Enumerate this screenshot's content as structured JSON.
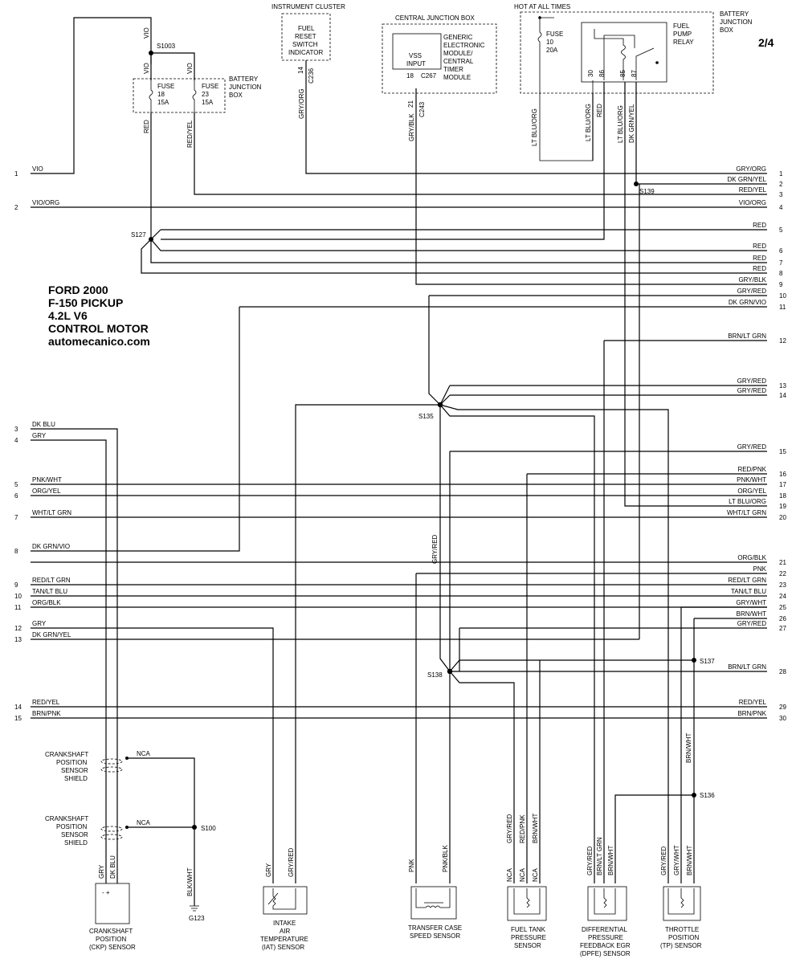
{
  "page_indicator": "2/4",
  "title": {
    "line1": "FORD 2000",
    "line2": "F-150 PICKUP",
    "line3": "4.2L V6",
    "line4": "CONTROL MOTOR",
    "line5": "automecanico.com"
  },
  "modules": {
    "instrument_cluster": "INSTRUMENT CLUSTER",
    "fuel_reset_switch": [
      "FUEL",
      "RESET",
      "SWITCH",
      "INDICATOR"
    ],
    "cjb": "CENTRAL JUNCTION BOX",
    "vss_input": [
      "VSS",
      "INPUT"
    ],
    "gem": [
      "GENERIC",
      "ELECTRONIC",
      "MODULE/",
      "CENTRAL",
      "TIMER",
      "MODULE"
    ],
    "hot_at_all_times": "HOT AT ALL TIMES",
    "bjb_right": [
      "BATTERY",
      "JUNCTION",
      "BOX"
    ],
    "bjb_left": [
      "BATTERY",
      "JUNCTION",
      "BOX"
    ],
    "fuse_18": [
      "FUSE",
      "18",
      "15A"
    ],
    "fuse_23": [
      "FUSE",
      "23",
      "15A"
    ],
    "fuse_10": [
      "FUSE",
      "10",
      "20A"
    ],
    "fuel_pump_relay": [
      "FUEL",
      "PUMP",
      "RELAY"
    ]
  },
  "connectors": {
    "c236": "C236",
    "pin14": "14",
    "c267": "C267",
    "pin18": "18",
    "c243": "C243",
    "pin21": "21",
    "relay_pins": [
      "30",
      "86",
      "85",
      "87"
    ]
  },
  "splices": {
    "s1003": "S1003",
    "s127": "S127",
    "s139": "S139",
    "s135": "S135",
    "s138": "S138",
    "s137": "S137",
    "s136": "S136",
    "s100": "S100",
    "g123": "G123"
  },
  "top_wires": {
    "vio1": "VIO",
    "vio2": "VIO",
    "vio3": "VIO",
    "red": "RED",
    "red_yel": "RED/YEL",
    "gry_org": "GRY/ORG",
    "gry_blk": "GRY/BLK",
    "lt_blu_org": "LT BLU/ORG",
    "lt_blu_org2": "LT BLU/ORG",
    "red_relay": "RED",
    "lt_blu_org_85": "LT BLU/ORG",
    "dk_grn_yel_87": "DK GRN/YEL"
  },
  "left_pins": [
    {
      "num": "1",
      "label": "VIO"
    },
    {
      "num": "2",
      "label": "VIO/ORG"
    },
    {
      "num": "3",
      "label": "DK BLU"
    },
    {
      "num": "4",
      "label": "GRY"
    },
    {
      "num": "5",
      "label": "PNK/WHT"
    },
    {
      "num": "6",
      "label": "ORG/YEL"
    },
    {
      "num": "7",
      "label": "WHT/LT GRN"
    },
    {
      "num": "8",
      "label": "DK GRN/VIO"
    },
    {
      "num": "9",
      "label": "RED/LT GRN"
    },
    {
      "num": "10",
      "label": "TAN/LT BLU"
    },
    {
      "num": "11",
      "label": "ORG/BLK"
    },
    {
      "num": "12",
      "label": "GRY"
    },
    {
      "num": "13",
      "label": "DK GRN/YEL"
    },
    {
      "num": "14",
      "label": "RED/YEL"
    },
    {
      "num": "15",
      "label": "BRN/PNK"
    }
  ],
  "right_pins": [
    {
      "num": "1",
      "label": "GRY/ORG"
    },
    {
      "num": "2",
      "label": "DK GRN/YEL"
    },
    {
      "num": "3",
      "label": "RED/YEL"
    },
    {
      "num": "4",
      "label": "VIO/ORG"
    },
    {
      "num": "5",
      "label": "RED"
    },
    {
      "num": "6",
      "label": "RED"
    },
    {
      "num": "7",
      "label": "RED"
    },
    {
      "num": "8",
      "label": "RED"
    },
    {
      "num": "9",
      "label": "GRY/BLK"
    },
    {
      "num": "10",
      "label": "GRY/RED"
    },
    {
      "num": "11",
      "label": "DK GRN/VIO"
    },
    {
      "num": "12",
      "label": "BRN/LT GRN"
    },
    {
      "num": "13",
      "label": "GRY/RED"
    },
    {
      "num": "14",
      "label": "GRY/RED"
    },
    {
      "num": "15",
      "label": "GRY/RED"
    },
    {
      "num": "16",
      "label": "RED/PNK"
    },
    {
      "num": "17",
      "label": "PNK/WHT"
    },
    {
      "num": "18",
      "label": "ORG/YEL"
    },
    {
      "num": "19",
      "label": "LT BLU/ORG"
    },
    {
      "num": "20",
      "label": "WHT/LT GRN"
    },
    {
      "num": "21",
      "label": "ORG/BLK"
    },
    {
      "num": "22",
      "label": "PNK"
    },
    {
      "num": "23",
      "label": "RED/LT GRN"
    },
    {
      "num": "24",
      "label": "TAN/LT BLU"
    },
    {
      "num": "25",
      "label": "GRY/WHT"
    },
    {
      "num": "26",
      "label": "BRN/WHT"
    },
    {
      "num": "27",
      "label": "GRY/RED"
    },
    {
      "num": "28",
      "label": "BRN/LT GRN"
    },
    {
      "num": "29",
      "label": "RED/YEL"
    },
    {
      "num": "30",
      "label": "BRN/PNK"
    }
  ],
  "vertical_labels": {
    "gry_red_mid": "GRY/RED",
    "brn_wht": "BRN/WHT",
    "ckp_gry": "GRY",
    "ckp_dkblu": "DK BLU",
    "blk_wht": "BLK/WHT",
    "iat_gry": "GRY",
    "iat_gryred": "GRY/RED",
    "tcs_pnk": "PNK",
    "tcs_pnkblk": "PNK/BLK",
    "ft_gryred": "GRY/RED",
    "ft_redpnk": "RED/PNK",
    "ft_brnwht": "BRN/WHT",
    "ft_nca1": "NCA",
    "ft_nca2": "NCA",
    "ft_nca3": "NCA",
    "dp_gryred": "GRY/RED",
    "dp_brnltgrn": "BRN/LT GRN",
    "dp_brnwht": "BRN/WHT",
    "tp_gryred": "GRY/RED",
    "tp_grywht": "GRY/WHT",
    "tp_brnwht": "BRN/WHT"
  },
  "shield_block_1": [
    "CRANKSHAFT",
    "POSITION",
    "SENSOR",
    "SHIELD"
  ],
  "shield_block_2": [
    "CRANKSHAFT",
    "POSITION",
    "SENSOR",
    "SHIELD"
  ],
  "nca1": "NCA",
  "nca2": "NCA",
  "ckp_pins": "-   +",
  "sensors": {
    "ckp": [
      "CRANKSHAFT",
      "POSITION",
      "(CKP) SENSOR"
    ],
    "iat": [
      "INTAKE",
      "AIR",
      "TEMPERATURE",
      "(IAT) SENSOR"
    ],
    "tcs": [
      "TRANSFER CASE",
      "SPEED SENSOR"
    ],
    "ftp": [
      "FUEL TANK",
      "PRESSURE",
      "SENSOR"
    ],
    "dpfe": [
      "DIFFERENTIAL",
      "PRESSURE",
      "FEEDBACK EGR",
      "(DPFE) SENSOR"
    ],
    "tp": [
      "THROTTLE",
      "POSITION",
      "(TP) SENSOR"
    ]
  }
}
